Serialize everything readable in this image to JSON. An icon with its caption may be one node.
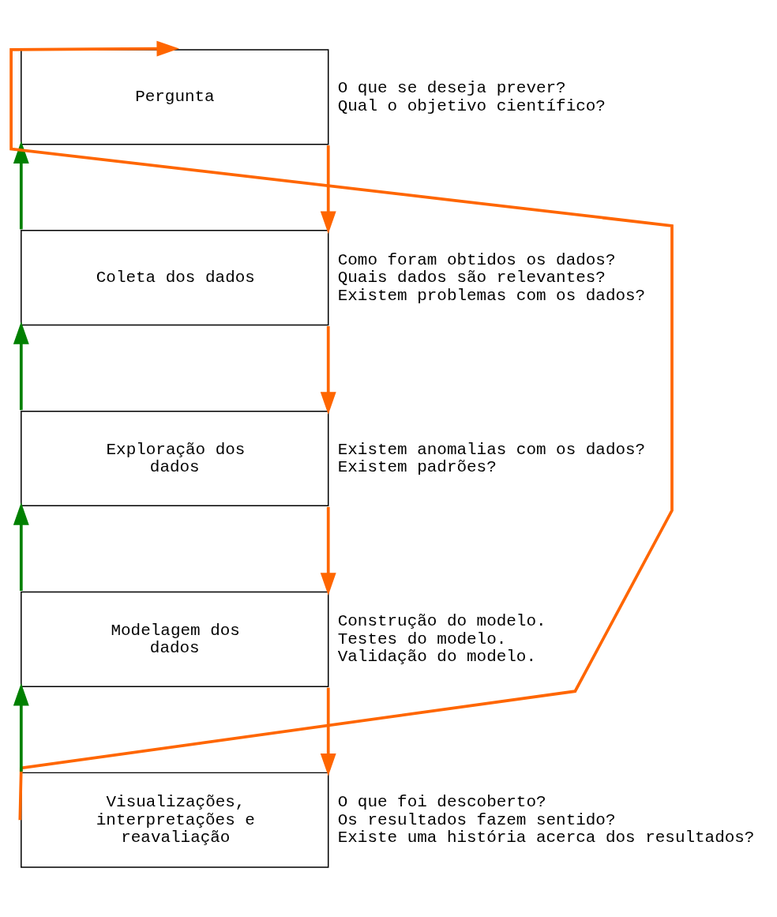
{
  "diagram": {
    "nodes": [
      {
        "text": [
          "Pergunta"
        ],
        "beside": [
          "O que se deseja prever?",
          "Qual o objetivo científico?"
        ]
      },
      {
        "text": [
          "Coleta dos dados"
        ],
        "beside": [
          "Como foram obtidos os dados?",
          "Quais dados são relevantes?",
          "Existem problemas com os dados?"
        ]
      },
      {
        "text": [
          "Exploração dos dados"
        ],
        "beside": [
          "Existem anomalias com os dados?",
          "Existem padrões?"
        ]
      },
      {
        "text": [
          "Modelagem dos dados"
        ],
        "beside": [
          "Construção do modelo.",
          "Testes do modelo.",
          "Validação do modelo."
        ]
      },
      {
        "text": [
          "Visualizações, interpretações e reavaliação"
        ],
        "beside": [
          "O que foi descoberto?",
          "Os resultados fazem sentido?",
          "Existe uma história acerca dos resultados?"
        ]
      }
    ],
    "edges": [
      {
        "from": 4,
        "to": 0,
        "arrow": "to",
        "color": "#ff6600"
      },
      {
        "from": 0,
        "to": 1,
        "arrow": "to",
        "color": "#ff6600"
      },
      {
        "from": 1,
        "to": 0,
        "arrow": "to",
        "color": "#008000"
      },
      {
        "from": 1,
        "to": 2,
        "arrow": "to",
        "color": "#ff6600"
      },
      {
        "from": 2,
        "to": 1,
        "arrow": "to",
        "color": "#008000"
      },
      {
        "from": 2,
        "to": 3,
        "arrow": "to",
        "color": "#ff6600"
      },
      {
        "from": 3,
        "to": 2,
        "arrow": "to",
        "color": "#008000"
      },
      {
        "from": 3,
        "to": 4,
        "arrow": "to",
        "color": "#ff6600"
      },
      {
        "from": 4,
        "to": 3,
        "arrow": "to",
        "color": "#008000"
      }
    ]
  }
}
